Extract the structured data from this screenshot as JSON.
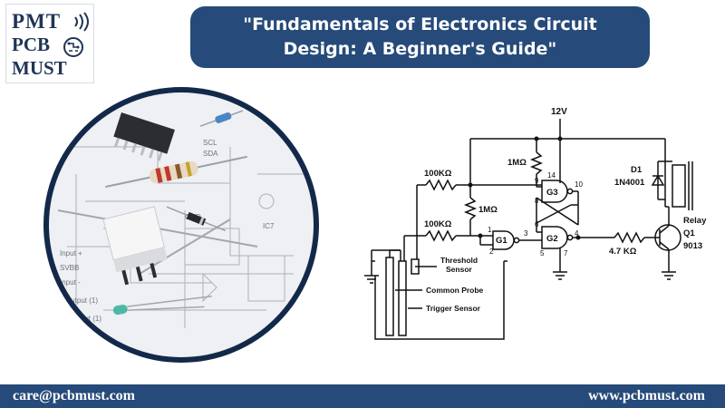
{
  "logo": {
    "line1": "PMT",
    "line2": "PCB",
    "line3": "MUST"
  },
  "title": "\"Fundamentals of Electronics Circuit Design: A Beginner's Guide\"",
  "schematic": {
    "supply": "12V",
    "r_top": "1MΩ",
    "r_threshold": "100KΩ",
    "r_mid": "1MΩ",
    "r_trigger": "100KΩ",
    "r_base": "4.7 KΩ",
    "diode": "D1",
    "diode_part": "1N4001",
    "relay": "Relay",
    "transistor": "Q1",
    "transistor_part": "9013",
    "g1": "G1",
    "g2": "G2",
    "g3": "G3",
    "pin_14": "14",
    "pin_9": "9",
    "pin_10": "10",
    "pin_8": "8",
    "pin_6": "6",
    "pin_1": "1",
    "pin_2": "2",
    "pin_3": "3",
    "pin_5": "5",
    "pin_4": "4",
    "pin_7": "7",
    "threshold_sensor_1": "Threshold",
    "threshold_sensor_2": "Sensor",
    "common_probe": "Common Probe",
    "trigger_sensor": "Trigger Sensor"
  },
  "footer": {
    "email": "care@pcbmust.com",
    "website": "www.pcbmust.com"
  },
  "colors": {
    "navy": "#264a79",
    "logo_text": "#1f3457",
    "circle_border": "#13294a"
  }
}
